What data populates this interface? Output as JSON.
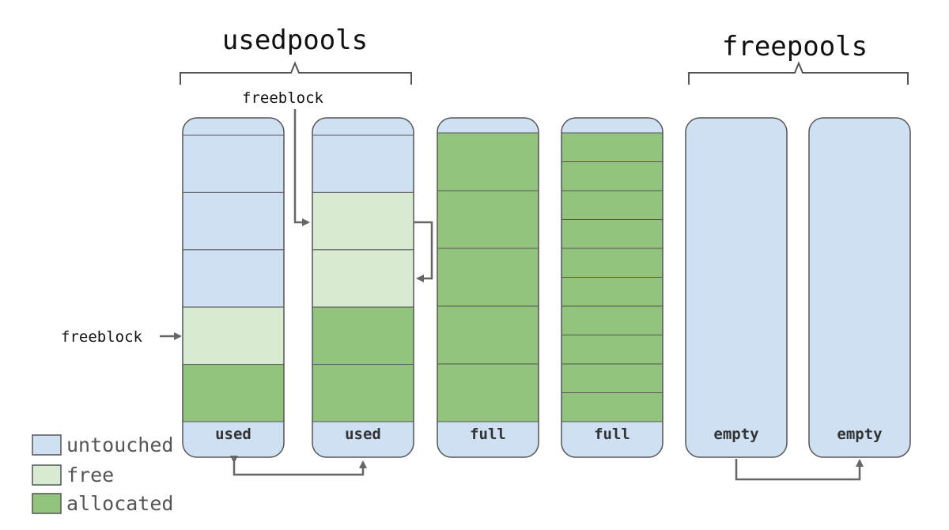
{
  "colors": {
    "untouched": "#cfe0f3",
    "free": "#d9ead3",
    "allocated": "#93c47d",
    "outline": "#555555",
    "arrow": "#666666"
  },
  "groups": [
    {
      "id": "usedpools",
      "label": "usedpools"
    },
    {
      "id": "freepools",
      "label": "freepools"
    }
  ],
  "annotations": {
    "freeblock_top": "freeblock",
    "freeblock_left": "freeblock"
  },
  "pools": [
    {
      "id": "pool-1",
      "status": "used",
      "blocks": [
        "untouched",
        "untouched",
        "untouched",
        "free",
        "allocated"
      ]
    },
    {
      "id": "pool-2",
      "status": "used",
      "blocks": [
        "untouched",
        "free",
        "free",
        "allocated",
        "allocated"
      ]
    },
    {
      "id": "pool-3",
      "status": "full",
      "blocks": [
        "allocated",
        "allocated",
        "allocated",
        "allocated",
        "allocated"
      ]
    },
    {
      "id": "pool-4",
      "status": "full",
      "blocks": [
        "allocated",
        "allocated",
        "allocated",
        "allocated",
        "allocated",
        "allocated",
        "allocated",
        "allocated",
        "allocated",
        "allocated"
      ]
    },
    {
      "id": "pool-5",
      "status": "empty",
      "blocks": []
    },
    {
      "id": "pool-6",
      "status": "empty",
      "blocks": []
    }
  ],
  "legend": [
    {
      "key": "untouched",
      "label": "untouched"
    },
    {
      "key": "free",
      "label": "free"
    },
    {
      "key": "allocated",
      "label": "allocated"
    }
  ]
}
